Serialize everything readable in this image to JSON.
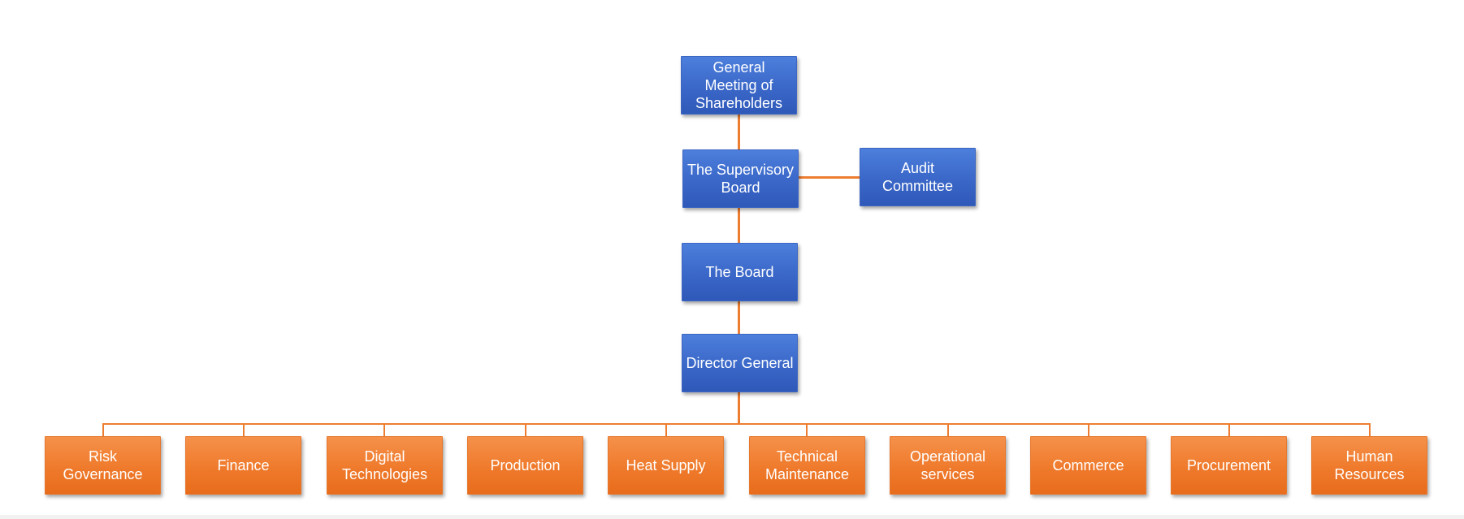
{
  "colors": {
    "top_level": "#3a67c8",
    "departments": "#ef7a2c",
    "connector": "#ed7d31"
  },
  "nodes": {
    "shareholders": "General Meeting of Shareholders",
    "supervisory_board": "The Supervisory Board",
    "audit_committee": "Audit Committee",
    "board": "The Board",
    "director_general": "Director General"
  },
  "departments": [
    "Risk Governance",
    "Finance",
    "Digital Technologies",
    "Production",
    "Heat Supply",
    "Technical Maintenance",
    "Operational services",
    "Commerce",
    "Procurement",
    "Human Resources"
  ]
}
